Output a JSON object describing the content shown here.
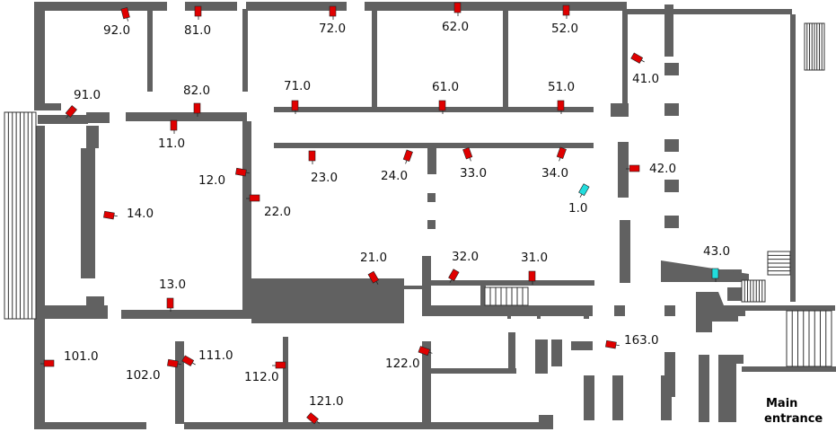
{
  "colors": {
    "wall": "#616161",
    "wall_stroke": "#4a4a4a",
    "camera": "#e00000",
    "camera_selected": "#22dddd",
    "background": "#ffffff"
  },
  "legend_text": {
    "main_entrance_line1": "Main",
    "main_entrance_line2": "entrance"
  },
  "cameras": [
    {
      "id": "92.0",
      "label": "92.0",
      "selected": false
    },
    {
      "id": "81.0",
      "label": "81.0",
      "selected": false
    },
    {
      "id": "72.0",
      "label": "72.0",
      "selected": false
    },
    {
      "id": "62.0",
      "label": "62.0",
      "selected": false
    },
    {
      "id": "52.0",
      "label": "52.0",
      "selected": false
    },
    {
      "id": "41.0",
      "label": "41.0",
      "selected": false
    },
    {
      "id": "91.0",
      "label": "91.0",
      "selected": false
    },
    {
      "id": "82.0",
      "label": "82.0",
      "selected": false
    },
    {
      "id": "71.0",
      "label": "71.0",
      "selected": false
    },
    {
      "id": "61.0",
      "label": "61.0",
      "selected": false
    },
    {
      "id": "51.0",
      "label": "51.0",
      "selected": false
    },
    {
      "id": "11.0",
      "label": "11.0",
      "selected": false
    },
    {
      "id": "12.0",
      "label": "12.0",
      "selected": false
    },
    {
      "id": "22.0",
      "label": "22.0",
      "selected": false
    },
    {
      "id": "23.0",
      "label": "23.0",
      "selected": false
    },
    {
      "id": "24.0",
      "label": "24.0",
      "selected": false
    },
    {
      "id": "33.0",
      "label": "33.0",
      "selected": false
    },
    {
      "id": "34.0",
      "label": "34.0",
      "selected": false
    },
    {
      "id": "42.0",
      "label": "42.0",
      "selected": false
    },
    {
      "id": "14.0",
      "label": "14.0",
      "selected": false
    },
    {
      "id": "1.0",
      "label": "1.0",
      "selected": true
    },
    {
      "id": "21.0",
      "label": "21.0",
      "selected": false
    },
    {
      "id": "32.0",
      "label": "32.0",
      "selected": false
    },
    {
      "id": "31.0",
      "label": "31.0",
      "selected": false
    },
    {
      "id": "43.0",
      "label": "43.0",
      "selected": true
    },
    {
      "id": "13.0",
      "label": "13.0",
      "selected": false
    },
    {
      "id": "163.0",
      "label": "163.0",
      "selected": false
    },
    {
      "id": "101.0",
      "label": "101.0",
      "selected": false
    },
    {
      "id": "111.0",
      "label": "111.0",
      "selected": false
    },
    {
      "id": "102.0",
      "label": "102.0",
      "selected": false
    },
    {
      "id": "112.0",
      "label": "112.0",
      "selected": false
    },
    {
      "id": "122.0",
      "label": "122.0",
      "selected": false
    },
    {
      "id": "121.0",
      "label": "121.0",
      "selected": false
    }
  ]
}
